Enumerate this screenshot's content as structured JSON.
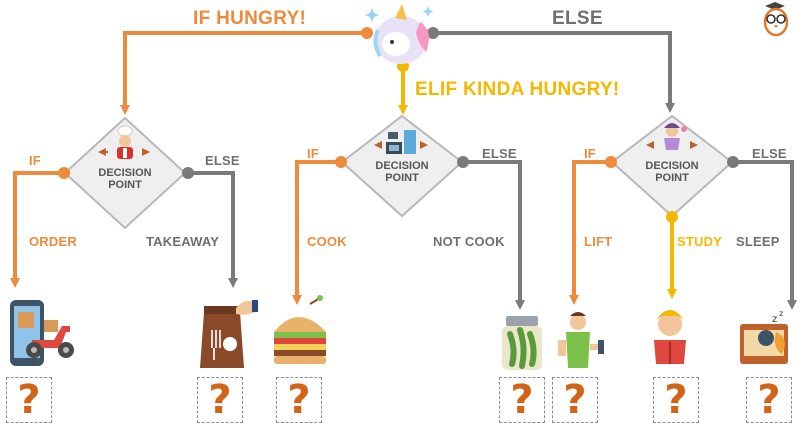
{
  "top": {
    "if_label": "IF HUNGRY!",
    "else_label": "ELSE",
    "elif_label": "ELIF KINDA HUNGRY!"
  },
  "decisions": [
    {
      "line1": "DECISION",
      "line2": "POINT",
      "if_label": "IF",
      "else_label": "ELSE",
      "left_option": "ORDER",
      "right_option": "TAKEAWAY"
    },
    {
      "line1": "DECISION",
      "line2": "POINT",
      "if_label": "IF",
      "else_label": "ELSE",
      "left_option": "COOK",
      "right_option": "NOT COOK"
    },
    {
      "line1": "DECISION",
      "line2": "POINT",
      "if_label": "IF",
      "else_label": "ELSE",
      "left_option": "LIFT",
      "middle_option": "STUDY",
      "right_option": "SLEEP"
    }
  ],
  "question_mark": "?",
  "colors": {
    "orange": "#ee8a3b",
    "gray": "#7a7a7a",
    "yellow": "#f5b800",
    "question": "#d2641a"
  },
  "icons": [
    "unicorn-icon",
    "owl-logo-icon",
    "chef-icon",
    "kitchen-icon",
    "student-icon",
    "delivery-scooter-icon",
    "takeaway-bag-icon",
    "sandwich-icon",
    "pickle-jar-icon",
    "weightlifter-icon",
    "reading-boy-icon",
    "sleeping-icon"
  ]
}
